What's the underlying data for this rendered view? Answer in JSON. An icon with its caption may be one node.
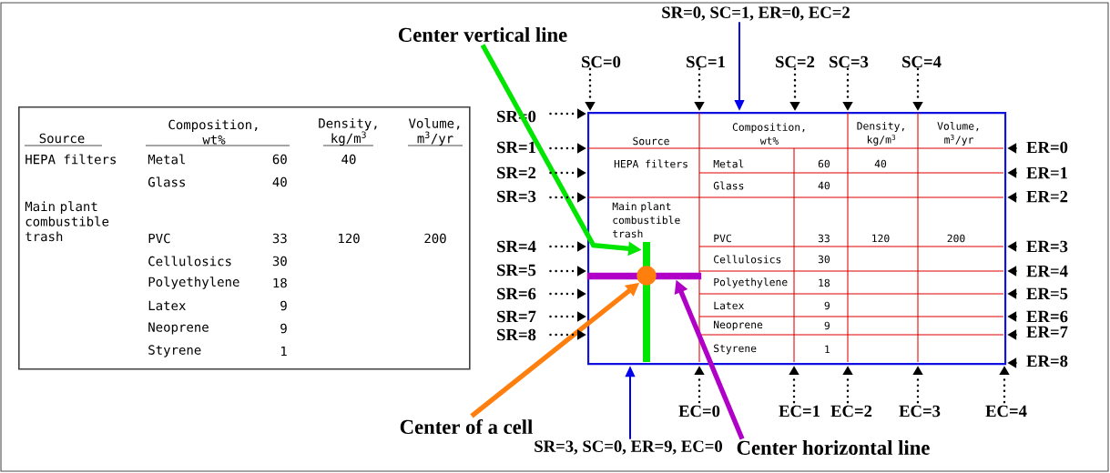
{
  "diagram": {
    "nodes": [
      {
        "text": [
          "Source",
          "Composition, wt%",
          "Density, kg/m$^{3}$",
          "Volume, m$^{3}$/yr",
          "HEPA filters",
          "Metal",
          "60",
          "40",
          "Glass",
          "40",
          "Main plant combustible trash",
          "PVC",
          "33",
          "120",
          "200",
          "Cellulosics",
          "30",
          "Polyethylene",
          "18",
          "Latex",
          "9",
          "Neoprene",
          "9",
          "Styrene",
          "1"
        ]
      },
      {
        "text": [
          "Source",
          "Composition, wt%",
          "Density, kg/m$^{3}$",
          "Volume, m$^{3}$/yr",
          "HEPA filters",
          "Metal",
          "60",
          "40",
          "Glass",
          "40",
          "Main plant combustible trash",
          "PVC",
          "33",
          "120",
          "200",
          "Cellulosics",
          "30",
          "Polyethylene",
          "18",
          "Latex",
          "9",
          "Neoprene",
          "9",
          "Styrene",
          "1"
        ]
      },
      {
        "text": [],
        "shape": "bar",
        "in": 1
      },
      {
        "text": [],
        "shape": "circle",
        "in": 1
      },
      {
        "text": [],
        "shape": "bar",
        "in": 1
      },
      {
        "text": [
          "Center vertical line"
        ]
      },
      {
        "text": [
          "SR=0, SC=1, ER=0, EC=2"
        ]
      },
      {
        "text": [
          "Center of a cell"
        ]
      },
      {
        "text": [
          "SR=3, SC=0, ER=9, EC=0"
        ]
      },
      {
        "text": [
          "Center horizontal line"
        ]
      },
      {
        "text": [
          "SC=0"
        ]
      },
      {
        "text": [
          "SC=1"
        ]
      },
      {
        "text": [
          "SC=2"
        ]
      },
      {
        "text": [
          "SC=3"
        ]
      },
      {
        "text": [
          "SC=4"
        ]
      },
      {
        "text": [
          "SR=0"
        ]
      },
      {
        "text": [
          "SR=1"
        ]
      },
      {
        "text": [
          "SR=2"
        ]
      },
      {
        "text": [
          "SR=3"
        ]
      },
      {
        "text": [
          "SR=4"
        ]
      },
      {
        "text": [
          "SR=5"
        ]
      },
      {
        "text": [
          "SR=6"
        ]
      },
      {
        "text": [
          "SR=7"
        ]
      },
      {
        "text": [
          "SR=8"
        ]
      },
      {
        "text": [
          "ER=0"
        ]
      },
      {
        "text": [
          "ER=1"
        ]
      },
      {
        "text": [
          "ER=2"
        ]
      },
      {
        "text": [
          "ER=3"
        ]
      },
      {
        "text": [
          "ER=4"
        ]
      },
      {
        "text": [
          "ER=5"
        ]
      },
      {
        "text": [
          "ER=6"
        ]
      },
      {
        "text": [
          "ER=7"
        ]
      },
      {
        "text": [
          "ER=8"
        ]
      },
      {
        "text": [
          "EC=0"
        ]
      },
      {
        "text": [
          "EC=1"
        ]
      },
      {
        "text": [
          "EC=2"
        ]
      },
      {
        "text": [
          "EC=3"
        ]
      },
      {
        "text": [
          "EC=4"
        ]
      }
    ],
    "edges": [
      {
        "from": 5,
        "to": 2,
        "arrow": "to",
        "style": "thick",
        "color": "#00e600"
      },
      {
        "from": 6,
        "to": 1,
        "arrow": "to",
        "color": "#0000ee"
      },
      {
        "from": 7,
        "to": 3,
        "arrow": "to",
        "style": "thick",
        "color": "#ff7f0e"
      },
      {
        "from": 8,
        "to": 1,
        "arrow": "to",
        "color": "#0000ee"
      },
      {
        "from": 9,
        "to": 4,
        "arrow": "to",
        "style": "thick",
        "color": "#b000c8"
      },
      {
        "from": 10,
        "to": 1,
        "arrow": "to",
        "style": "dashed"
      },
      {
        "from": 11,
        "to": 1,
        "arrow": "to",
        "style": "dashed"
      },
      {
        "from": 12,
        "to": 1,
        "arrow": "to",
        "style": "dashed"
      },
      {
        "from": 13,
        "to": 1,
        "arrow": "to",
        "style": "dashed"
      },
      {
        "from": 14,
        "to": 1,
        "arrow": "to",
        "style": "dashed"
      },
      {
        "from": 15,
        "to": 1,
        "arrow": "to",
        "style": "dashed"
      },
      {
        "from": 16,
        "to": 1,
        "arrow": "to",
        "style": "dashed"
      },
      {
        "from": 17,
        "to": 1,
        "arrow": "to",
        "style": "dashed"
      },
      {
        "from": 18,
        "to": 1,
        "arrow": "to",
        "style": "dashed"
      },
      {
        "from": 19,
        "to": 1,
        "arrow": "to",
        "style": "dashed"
      },
      {
        "from": 20,
        "to": 1,
        "arrow": "to",
        "style": "dashed"
      },
      {
        "from": 21,
        "to": 1,
        "arrow": "to",
        "style": "dashed"
      },
      {
        "from": 22,
        "to": 1,
        "arrow": "to",
        "style": "dashed"
      },
      {
        "from": 23,
        "to": 1,
        "arrow": "to",
        "style": "dashed"
      },
      {
        "from": 24,
        "to": 1,
        "arrow": "to",
        "style": "dashed"
      },
      {
        "from": 25,
        "to": 1,
        "arrow": "to",
        "style": "dashed"
      },
      {
        "from": 26,
        "to": 1,
        "arrow": "to",
        "style": "dashed"
      },
      {
        "from": 27,
        "to": 1,
        "arrow": "to",
        "style": "dashed"
      },
      {
        "from": 28,
        "to": 1,
        "arrow": "to",
        "style": "dashed"
      },
      {
        "from": 29,
        "to": 1,
        "arrow": "to",
        "style": "dashed"
      },
      {
        "from": 30,
        "to": 1,
        "arrow": "to",
        "style": "dashed"
      },
      {
        "from": 31,
        "to": 1,
        "arrow": "to",
        "style": "dashed"
      },
      {
        "from": 32,
        "to": 1,
        "arrow": "to",
        "style": "dashed"
      },
      {
        "from": 33,
        "to": 1,
        "arrow": "to",
        "style": "dashed"
      },
      {
        "from": 34,
        "to": 1,
        "arrow": "to",
        "style": "dashed"
      },
      {
        "from": 35,
        "to": 1,
        "arrow": "to",
        "style": "dashed"
      },
      {
        "from": 36,
        "to": 1,
        "arrow": "to",
        "style": "dashed"
      },
      {
        "from": 37,
        "to": 1,
        "arrow": "to",
        "style": "dashed"
      }
    ]
  }
}
